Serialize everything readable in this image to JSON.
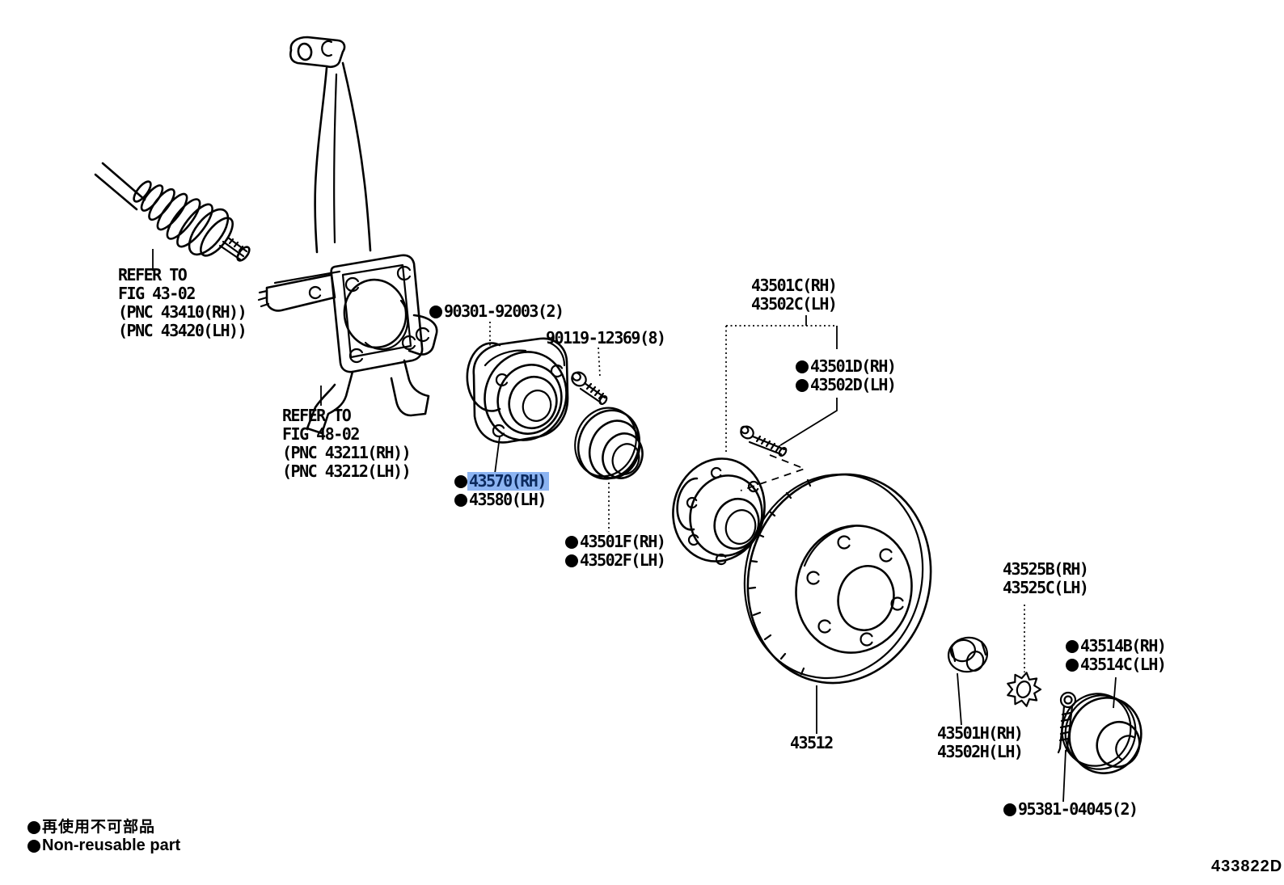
{
  "diagram": {
    "code": "433822D",
    "highlight": {
      "color": "#8cb4f2",
      "selected_part": "43570(RH)"
    },
    "legend": {
      "jp": "再使用不可部品",
      "en": "Non-reusable part"
    },
    "notes": {
      "fig43": {
        "l1": "REFER TO",
        "l2": "FIG 43-02",
        "l3": "(PNC 43410(RH))",
        "l4": "(PNC 43420(LH))"
      },
      "fig48": {
        "l1": "REFER TO",
        "l2": "FIG 48-02",
        "l3": "(PNC 43211(RH))",
        "l4": "(PNC 43212(LH))"
      }
    },
    "callouts": {
      "oring": "90301-92003(2)",
      "hub_bolt": "90119-12369(8)",
      "hub_rh": "43501C(RH)",
      "hub_lh": "43502C(LH)",
      "stud_rh": "43501D(RH)",
      "stud_lh": "43502D(LH)",
      "bearing_rh": "43570(RH)",
      "bearing_lh": "43580(LH)",
      "seal_rh": "43501F(RH)",
      "seal_lh": "43502F(LH)",
      "disc": "43512",
      "lock_washer_rh": "43525B(RH)",
      "lock_washer_lh": "43525C(LH)",
      "grease_cap_rh": "43514B(RH)",
      "grease_cap_lh": "43514C(LH)",
      "lock_nut_rh": "43501H(RH)",
      "lock_nut_lh": "43502H(LH)",
      "cotter_pin": "95381-04045(2)"
    }
  }
}
